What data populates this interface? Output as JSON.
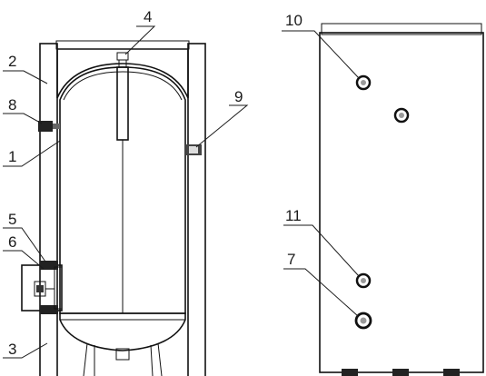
{
  "diagram": {
    "colors": {
      "insulation": "#f3cc5a",
      "hatch": "#b07a2a",
      "outline": "#111111",
      "tank_fill": "#ffffff",
      "panel_fill": "#ffffff",
      "port_fill": "#9a9a9a"
    },
    "labels": {
      "l1": "1",
      "l2": "2",
      "l3": "3",
      "l4": "4",
      "l5": "5",
      "l6": "6",
      "l7": "7",
      "l8": "8",
      "l9": "9",
      "l10": "10",
      "l11": "11"
    }
  }
}
